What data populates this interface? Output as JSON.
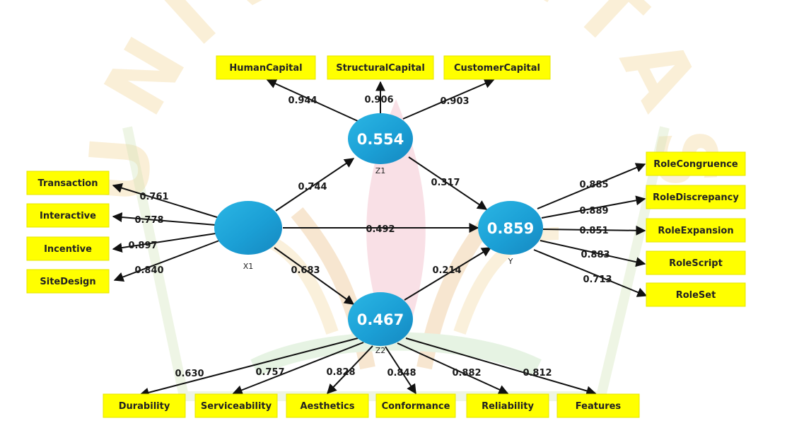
{
  "colors": {
    "indicator_fill": "#ffff00",
    "latent_fill": "#1ca3d6",
    "edge": "#111111",
    "watermark": "#f2d69a"
  },
  "watermark_text": "UNIVERSITAS",
  "latent": {
    "X1": {
      "name": "X1",
      "value": ""
    },
    "Z1": {
      "name": "Z1",
      "value": "0.554"
    },
    "Z2": {
      "name": "Z2",
      "value": "0.467"
    },
    "Y": {
      "name": "Y",
      "value": "0.859"
    }
  },
  "indicators": {
    "HumanCapital": "HumanCapital",
    "StructuralCapital": "StructuralCapital",
    "CustomerCapital": "CustomerCapital",
    "Transaction": "Transaction",
    "Interactive": "Interactive",
    "Incentive": "Incentive",
    "SiteDesign": "SiteDesign",
    "RoleCongruence": "RoleCongruence",
    "RoleDiscrepancy": "RoleDiscrepancy",
    "RoleExpansion": "RoleExpansion",
    "RoleScript": "RoleScript",
    "RoleSet": "RoleSet",
    "Durability": "Durability",
    "Serviceability": "Serviceability",
    "Aesthetics": "Aesthetics",
    "Conformance": "Conformance",
    "Reliability": "Reliability",
    "Features": "Features"
  },
  "loadings": {
    "Z1_HumanCapital": "0.944",
    "Z1_StructuralCapital": "0.906",
    "Z1_CustomerCapital": "0.903",
    "X1_Transaction": "0.761",
    "X1_Interactive": "0.778",
    "X1_Incentive": "0.897",
    "X1_SiteDesign": "0.840",
    "Y_RoleCongruence": "0.885",
    "Y_RoleDiscrepancy": "0.889",
    "Y_RoleExpansion": "0.851",
    "Y_RoleScript": "0.883",
    "Y_RoleSet": "0.713",
    "Z2_Durability": "0.630",
    "Z2_Serviceability": "0.757",
    "Z2_Aesthetics": "0.828",
    "Z2_Conformance": "0.848",
    "Z2_Reliability": "0.882",
    "Z2_Features": "0.812"
  },
  "paths": {
    "X1_Z1": "0.744",
    "X1_Y": "0.492",
    "X1_Z2": "0.683",
    "Z1_Y": "0.317",
    "Z2_Y": "0.214"
  }
}
